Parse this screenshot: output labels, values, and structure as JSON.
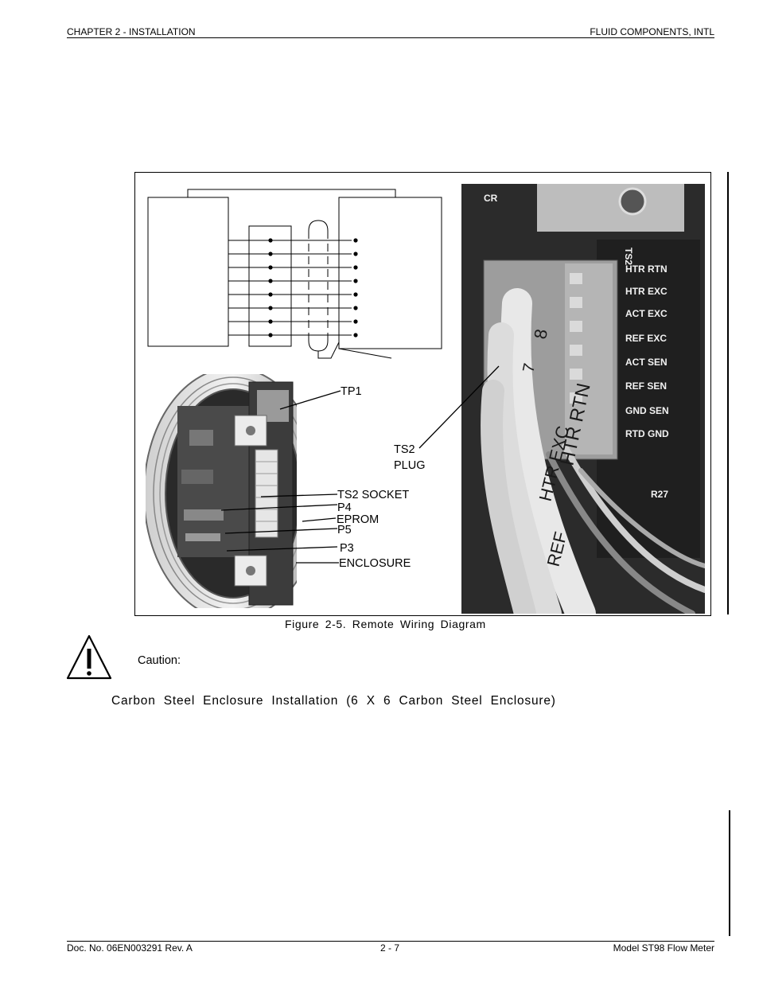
{
  "header": {
    "left": "CHAPTER 2 - INSTALLATION",
    "right": "FLUID COMPONENTS, INTL"
  },
  "figure": {
    "caption": "Figure 2-5.  Remote Wiring Diagram",
    "callouts": {
      "tp1": "TP1",
      "ts2_plug_line1": "TS2",
      "ts2_plug_line2": "PLUG",
      "ts2_socket": "TS2 SOCKET",
      "p4": "P4",
      "eprom": "EPROM",
      "p5": "P5",
      "p3": "P3",
      "enclosure": "ENCLOSURE"
    },
    "terminal_labels": [
      "TS2",
      "HTR RTN",
      "HTR EXC",
      "ACT EXC",
      "REF EXC",
      "ACT SEN",
      "REF SEN",
      "GND SEN",
      "RTD GND",
      "CR",
      "R27"
    ],
    "wire_labels": [
      "8",
      "HTR RTN",
      "HTR EXC",
      "7",
      "REF"
    ]
  },
  "caution": {
    "label": "Caution:"
  },
  "section": {
    "heading": "Carbon Steel Enclosure Installation (6 X 6 Carbon Steel Enclosure)"
  },
  "footer": {
    "left": "Doc. No. 06EN003291 Rev. A",
    "center": "2 - 7",
    "right": "Model ST98 Flow Meter"
  }
}
